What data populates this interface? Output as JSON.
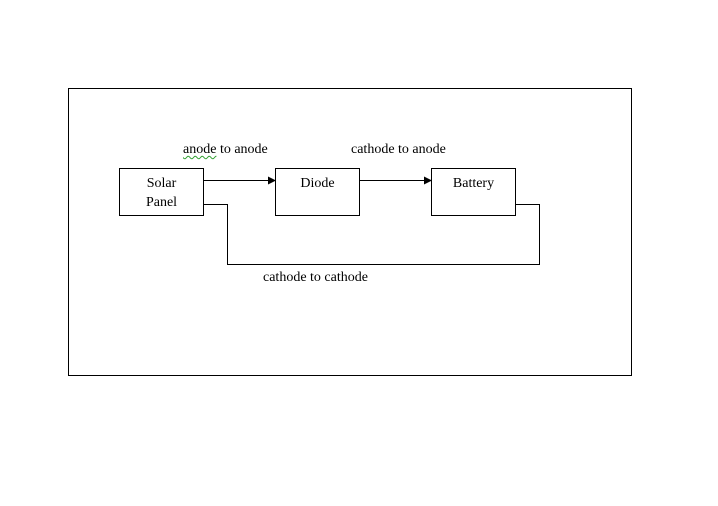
{
  "diagram": {
    "nodes": {
      "solar_panel": "Solar\nPanel",
      "diode": "Diode",
      "battery": "Battery"
    },
    "edges": {
      "solar_to_diode": {
        "word1": "anode",
        "rest": " to anode"
      },
      "diode_to_battery": "cathode to anode",
      "battery_to_solar": "cathode to cathode"
    }
  }
}
